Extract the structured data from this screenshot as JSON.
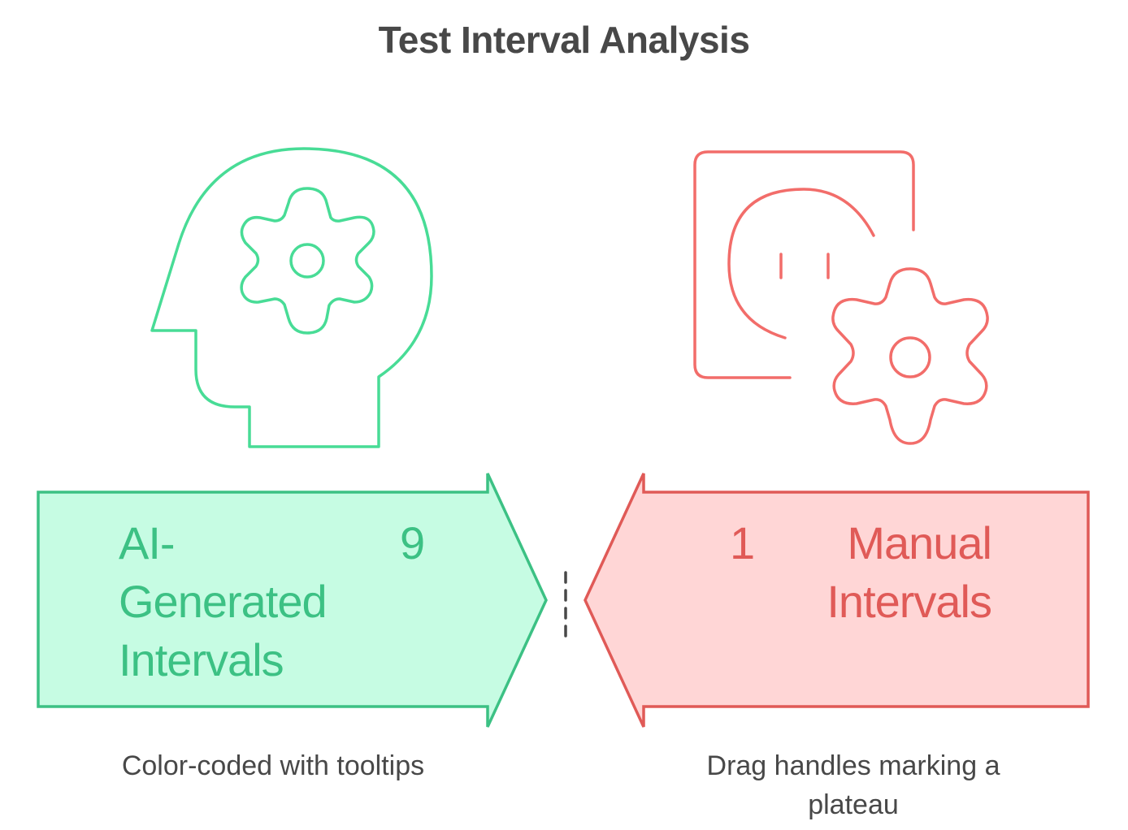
{
  "title": "Test Interval Analysis",
  "colors": {
    "green_stroke": "#48dc96",
    "green_arrow_stroke": "#3cc184",
    "green_fill": "#c6fce3",
    "red_stroke": "#f26d6a",
    "red_arrow_stroke": "#e05a57",
    "red_fill": "#ffd6d6",
    "text": "#484848",
    "divider": "#484848"
  },
  "left": {
    "icon": "head-with-gear-icon",
    "label_lines": [
      "AI-",
      "Generated",
      "Intervals"
    ],
    "count": "9",
    "description": "Color-coded with tooltips"
  },
  "right": {
    "icon": "manual-face-gear-icon",
    "label_lines": [
      "Manual",
      "Intervals"
    ],
    "count": "1",
    "description_lines": [
      "Drag handles marking a",
      "plateau"
    ]
  }
}
